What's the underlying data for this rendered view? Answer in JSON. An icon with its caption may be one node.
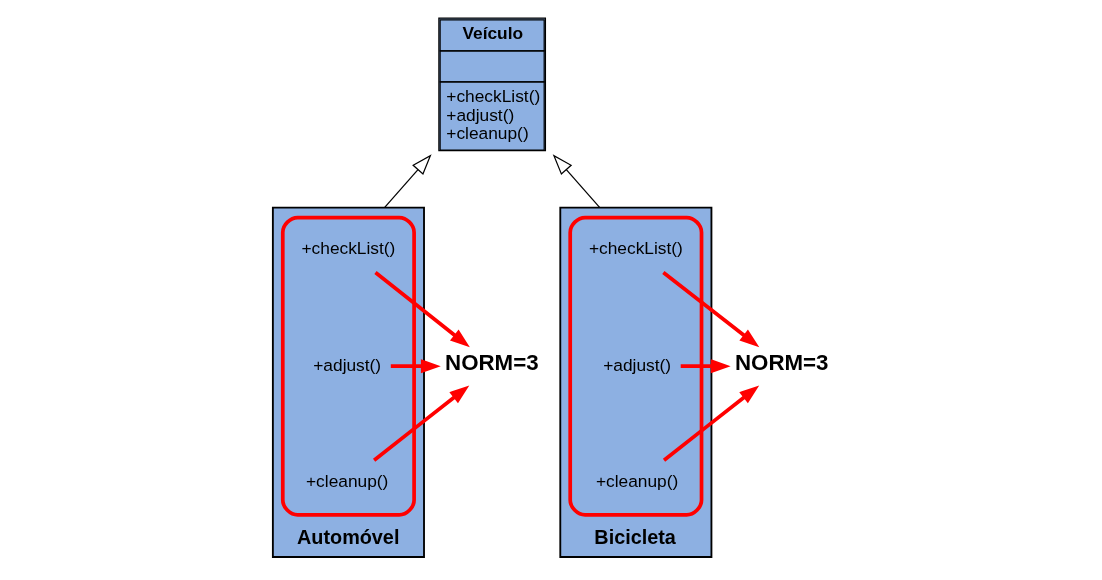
{
  "diagram": {
    "nodes": [
      {
        "text": [
          "Veículo",
          "+checkList()",
          "+adjust()",
          "+cleanup()"
        ]
      },
      {
        "text": [
          "Automóvel"
        ]
      },
      {
        "text": [],
        "shape": "box",
        "in": 1
      },
      {
        "text": [
          "+checkList()"
        ],
        "in": 2
      },
      {
        "text": [
          "+adjust()"
        ],
        "in": 2
      },
      {
        "text": [
          "+cleanup()"
        ],
        "in": 2
      },
      {
        "text": [
          "Bicicleta"
        ]
      },
      {
        "text": [],
        "shape": "box",
        "in": 6
      },
      {
        "text": [
          "+checkList()"
        ],
        "in": 7
      },
      {
        "text": [
          "+adjust()"
        ],
        "in": 7
      },
      {
        "text": [
          "+cleanup()"
        ],
        "in": 7
      },
      {
        "text": [
          "NORM=3"
        ]
      },
      {
        "text": [
          "NORM=3"
        ]
      }
    ],
    "edges": [
      {
        "from": 1,
        "to": 0,
        "arrow": "to",
        "color": "#000000"
      },
      {
        "from": 6,
        "to": 0,
        "arrow": "to",
        "color": "#000000"
      },
      {
        "from": 3,
        "to": 11,
        "arrow": "to"
      },
      {
        "from": 4,
        "to": 11,
        "arrow": "to"
      },
      {
        "from": 5,
        "to": 11,
        "arrow": "to"
      },
      {
        "from": 8,
        "to": 12,
        "arrow": "to"
      },
      {
        "from": 9,
        "to": 12,
        "arrow": "to"
      },
      {
        "from": 10,
        "to": 12,
        "arrow": "to"
      }
    ]
  }
}
